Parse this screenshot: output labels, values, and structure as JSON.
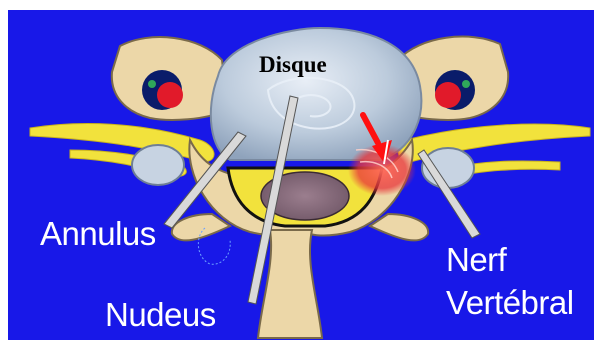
{
  "labels": {
    "disque": "Disque",
    "annulus": "Annulus",
    "nucleus": "Nudeus",
    "nerf_line1": "Nerf",
    "nerf_line2": "Vertébral"
  },
  "colors": {
    "background": "#1818e8",
    "bone": "#ecd7a8",
    "bone_outline": "#7a6a4a",
    "disc": "#c6d4e4",
    "nerve": "#f2e23c",
    "spinal_cord": "#8a6f80",
    "artery": "#e11a2a",
    "herniation": "#e8343a",
    "arrow": "#ff1010",
    "pointer": "#d9d9d9"
  },
  "icons": [
    "arrow-pointer-icon"
  ]
}
